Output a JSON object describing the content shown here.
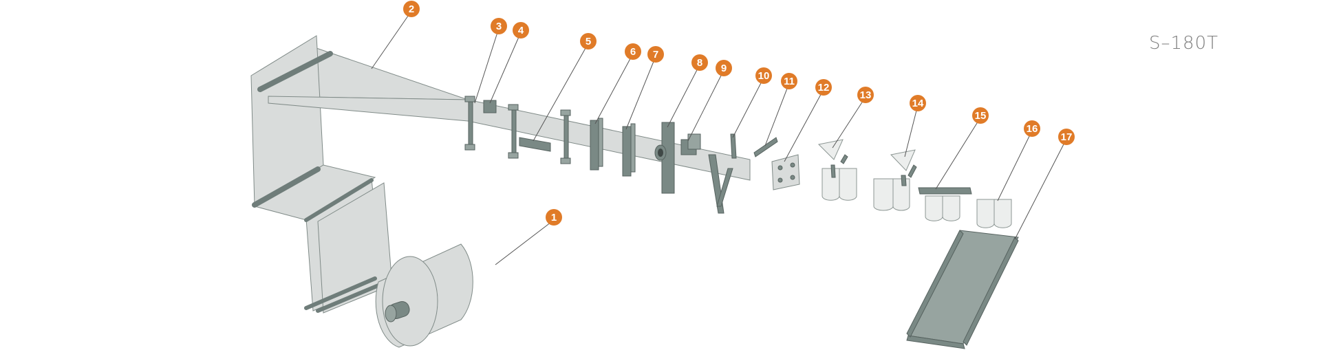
{
  "model": "S–180T",
  "colors": {
    "badge": "#e07b28",
    "film": "#d9dcdb",
    "metal": "#7a8985",
    "text": "#7d7d7d"
  },
  "callouts": [
    {
      "label": "1"
    },
    {
      "label": "2"
    },
    {
      "label": "3"
    },
    {
      "label": "4"
    },
    {
      "label": "5"
    },
    {
      "label": "6"
    },
    {
      "label": "7"
    },
    {
      "label": "8"
    },
    {
      "label": "9"
    },
    {
      "label": "10"
    },
    {
      "label": "11"
    },
    {
      "label": "12"
    },
    {
      "label": "13"
    },
    {
      "label": "14"
    },
    {
      "label": "15"
    },
    {
      "label": "16"
    },
    {
      "label": "17"
    }
  ]
}
